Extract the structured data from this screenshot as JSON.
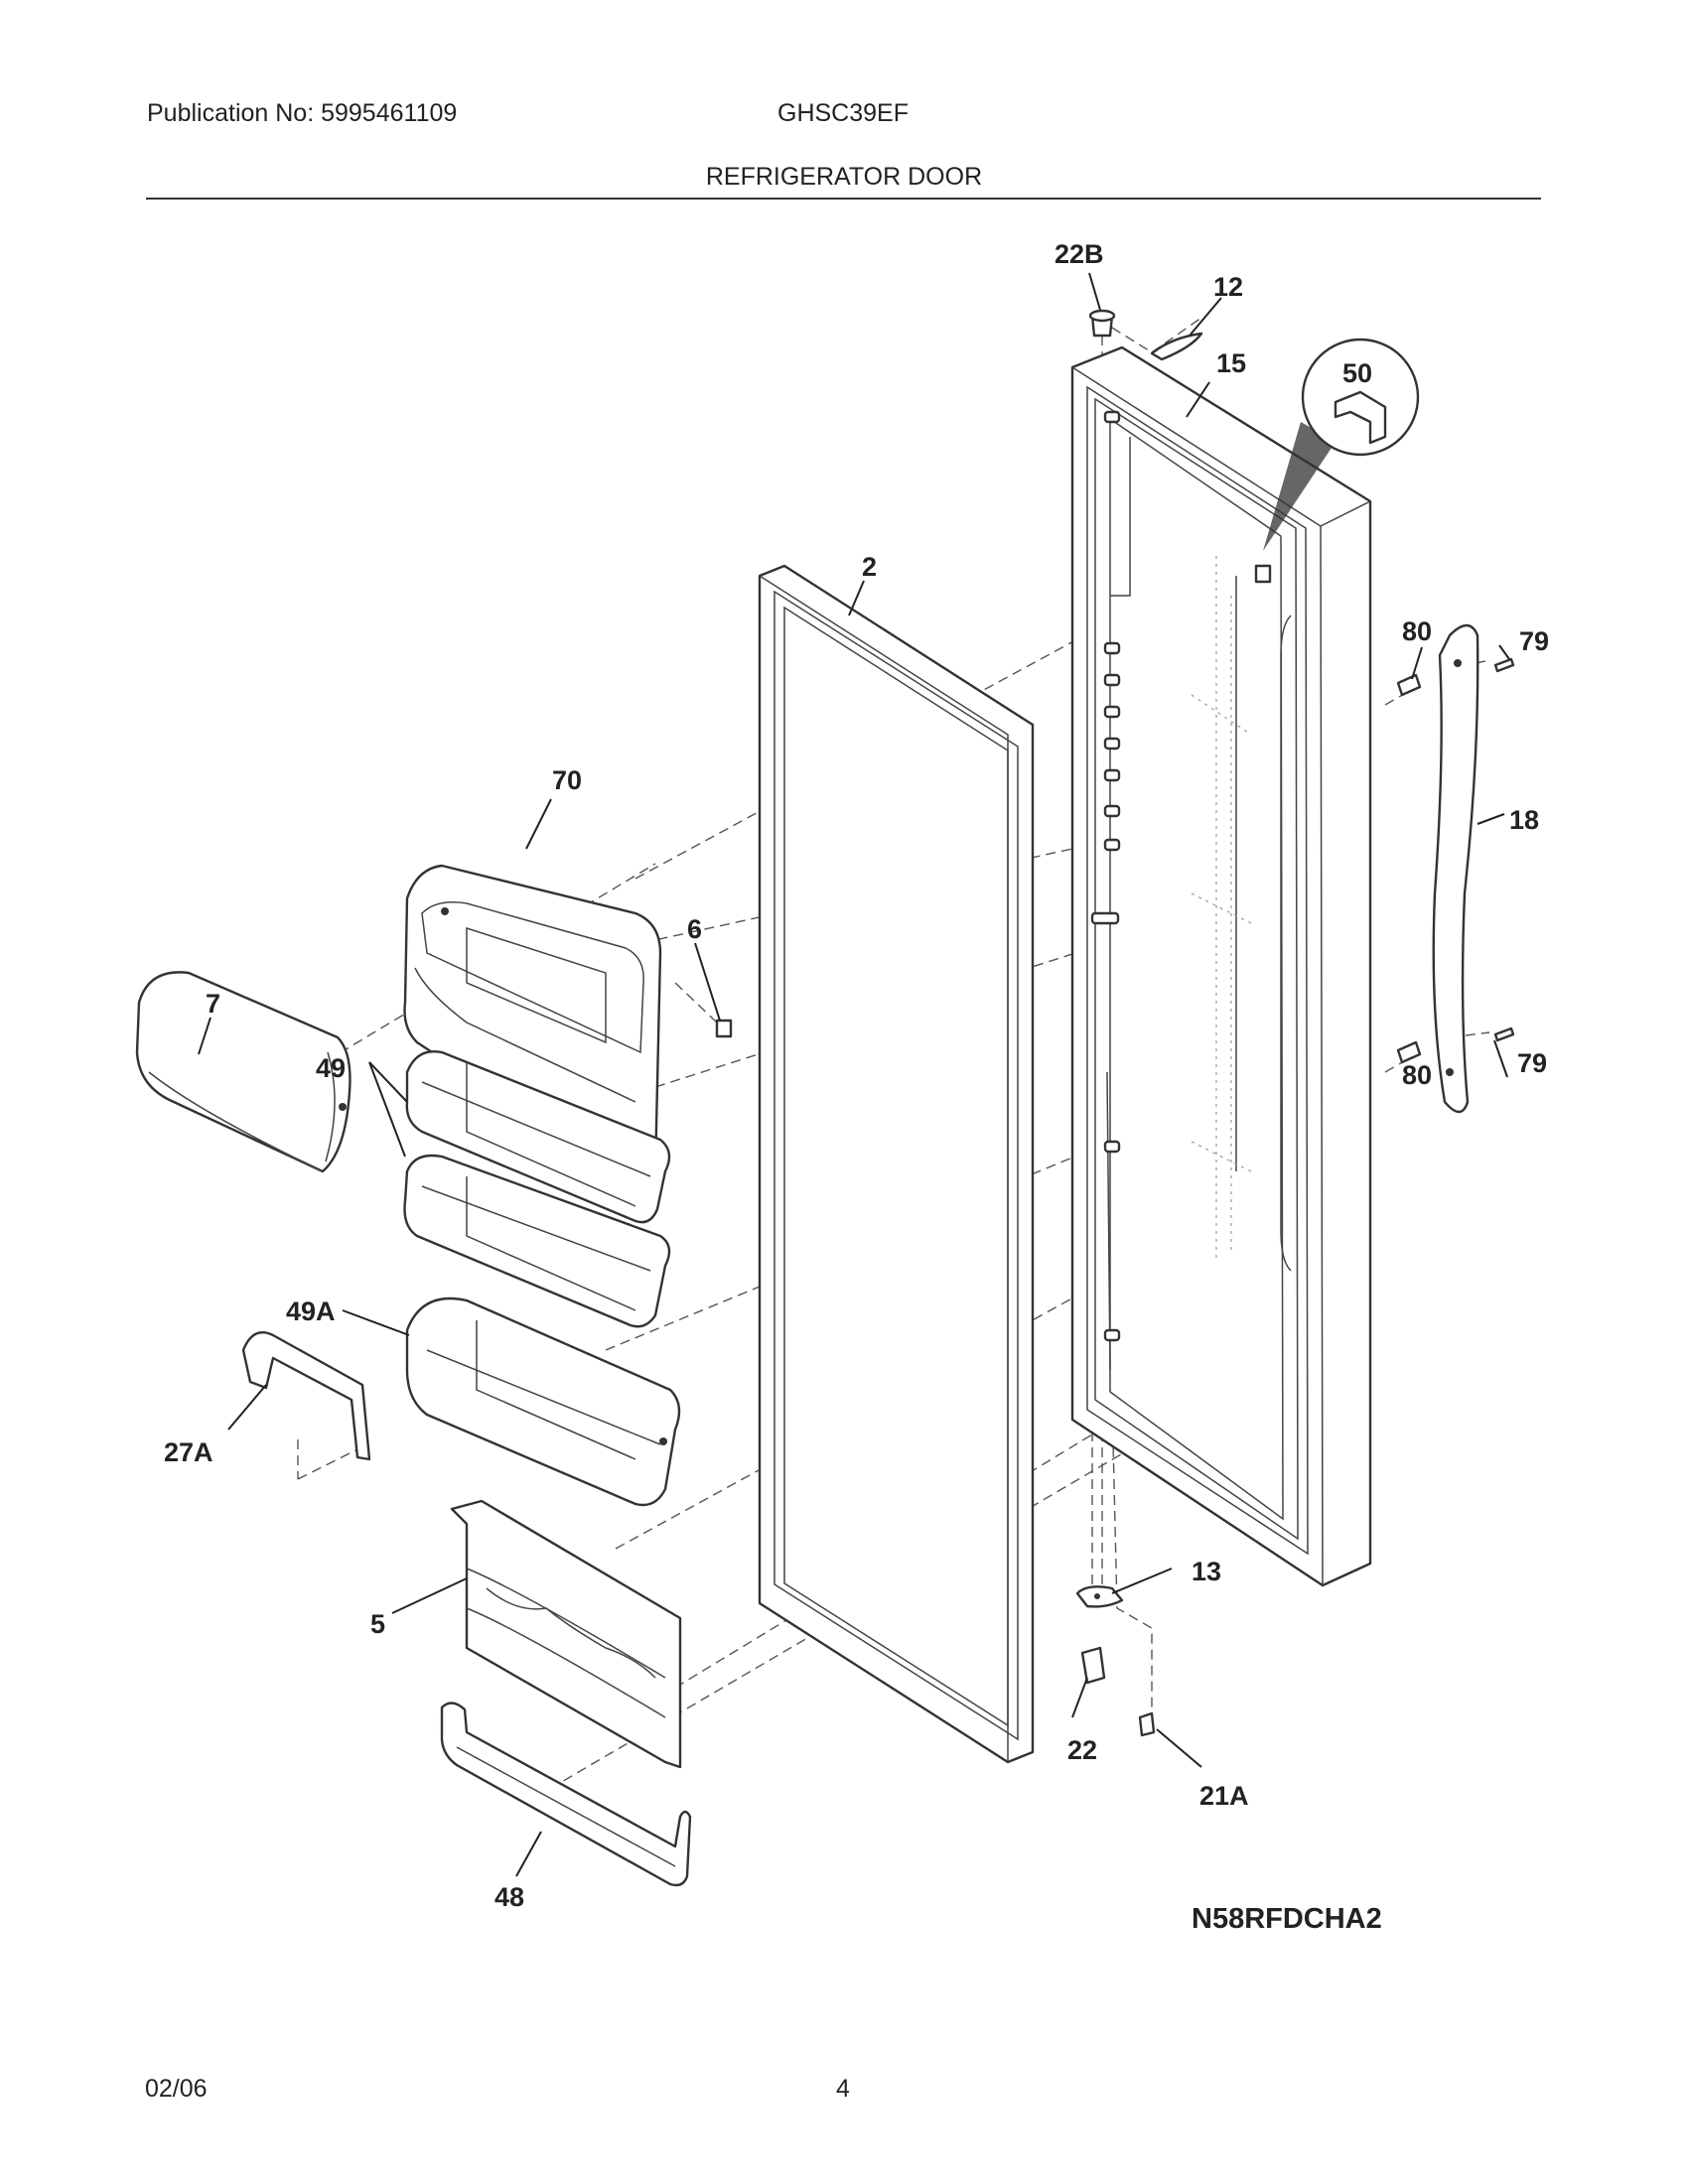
{
  "header": {
    "publication": "Publication No: 5995461109",
    "model": "GHSC39EF",
    "section_title": "REFRIGERATOR DOOR"
  },
  "callouts": {
    "c22b": "22B",
    "c12": "12",
    "c15": "15",
    "c50": "50",
    "c2": "2",
    "c80a": "80",
    "c79a": "79",
    "c18": "18",
    "c80b": "80",
    "c79b": "79",
    "c70": "70",
    "c6": "6",
    "c7": "7",
    "c49": "49",
    "c49a": "49A",
    "c27a": "27A",
    "c5": "5",
    "c48": "48",
    "c13": "13",
    "c22": "22",
    "c21a": "21A"
  },
  "diagram_code": "N58RFDCHA2",
  "footer": {
    "date": "02/06",
    "page": "4"
  }
}
